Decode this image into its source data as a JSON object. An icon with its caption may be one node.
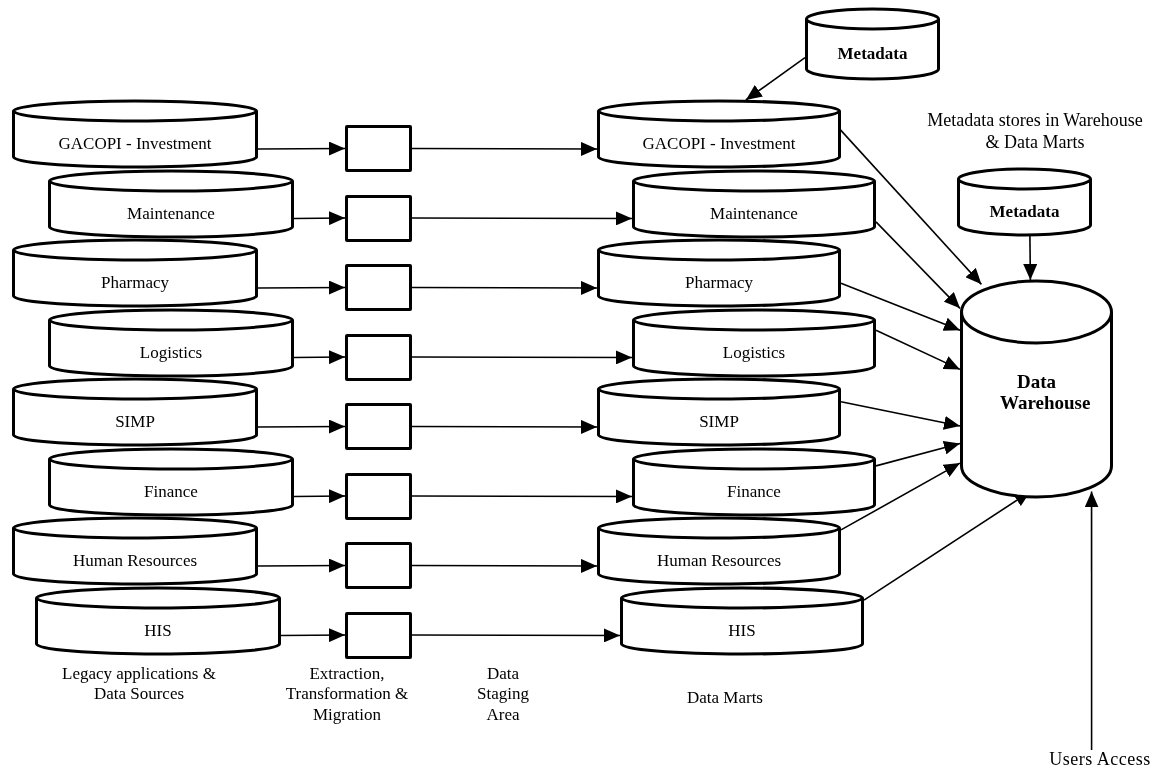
{
  "diagram": {
    "nodes": [
      {
        "text": [
          "GACOPI - Investment"
        ]
      },
      {
        "text": [
          "Maintenance"
        ]
      },
      {
        "text": [
          "Pharmacy"
        ]
      },
      {
        "text": [
          "Logistics"
        ]
      },
      {
        "text": [
          "SIMP"
        ]
      },
      {
        "text": [
          "Finance"
        ]
      },
      {
        "text": [
          "Human Resources"
        ]
      },
      {
        "text": [
          "HIS"
        ]
      },
      {
        "text": [],
        "shape": "box"
      },
      {
        "text": [],
        "shape": "box"
      },
      {
        "text": [],
        "shape": "box"
      },
      {
        "text": [],
        "shape": "box"
      },
      {
        "text": [],
        "shape": "box"
      },
      {
        "text": [],
        "shape": "box"
      },
      {
        "text": [],
        "shape": "box"
      },
      {
        "text": [],
        "shape": "box"
      },
      {
        "text": [
          "GACOPI - Investment"
        ]
      },
      {
        "text": [
          "Maintenance"
        ]
      },
      {
        "text": [
          "Pharmacy"
        ]
      },
      {
        "text": [
          "Logistics"
        ]
      },
      {
        "text": [
          "SIMP"
        ]
      },
      {
        "text": [
          "Finance"
        ]
      },
      {
        "text": [
          "Human Resources"
        ]
      },
      {
        "text": [
          "HIS"
        ]
      },
      {
        "text": [
          "Metadata"
        ]
      },
      {
        "text": [
          "Metadata"
        ]
      },
      {
        "text": [
          "Data Warehouse"
        ]
      },
      {
        "text": [
          "Users Access"
        ]
      }
    ],
    "edges": [
      {
        "from": 0,
        "to": 8,
        "arrow": "to"
      },
      {
        "from": 1,
        "to": 9,
        "arrow": "to"
      },
      {
        "from": 2,
        "to": 10,
        "arrow": "to"
      },
      {
        "from": 3,
        "to": 11,
        "arrow": "to"
      },
      {
        "from": 4,
        "to": 12,
        "arrow": "to"
      },
      {
        "from": 5,
        "to": 13,
        "arrow": "to"
      },
      {
        "from": 6,
        "to": 14,
        "arrow": "to"
      },
      {
        "from": 7,
        "to": 15,
        "arrow": "to"
      },
      {
        "from": 8,
        "to": 16,
        "arrow": "to"
      },
      {
        "from": 9,
        "to": 17,
        "arrow": "to"
      },
      {
        "from": 10,
        "to": 18,
        "arrow": "to"
      },
      {
        "from": 11,
        "to": 19,
        "arrow": "to"
      },
      {
        "from": 12,
        "to": 20,
        "arrow": "to"
      },
      {
        "from": 13,
        "to": 21,
        "arrow": "to"
      },
      {
        "from": 14,
        "to": 22,
        "arrow": "to"
      },
      {
        "from": 15,
        "to": 23,
        "arrow": "to"
      },
      {
        "from": 16,
        "to": 26,
        "arrow": "to"
      },
      {
        "from": 17,
        "to": 26,
        "arrow": "to"
      },
      {
        "from": 18,
        "to": 26,
        "arrow": "to"
      },
      {
        "from": 19,
        "to": 26,
        "arrow": "to"
      },
      {
        "from": 20,
        "to": 26,
        "arrow": "to"
      },
      {
        "from": 21,
        "to": 26,
        "arrow": "to"
      },
      {
        "from": 22,
        "to": 26,
        "arrow": "to"
      },
      {
        "from": 23,
        "to": 26,
        "arrow": "to"
      },
      {
        "from": 24,
        "to": 16,
        "arrow": "to"
      },
      {
        "from": 25,
        "to": 26,
        "arrow": "to"
      },
      {
        "from": 27,
        "to": 26,
        "arrow": "to"
      }
    ],
    "labels": [
      "Metadata stores in Warehouse & Data Marts",
      "Legacy applications & Data Sources",
      "Extraction, Transformation & Migration",
      "Data Staging Area",
      "Data Marts"
    ]
  }
}
